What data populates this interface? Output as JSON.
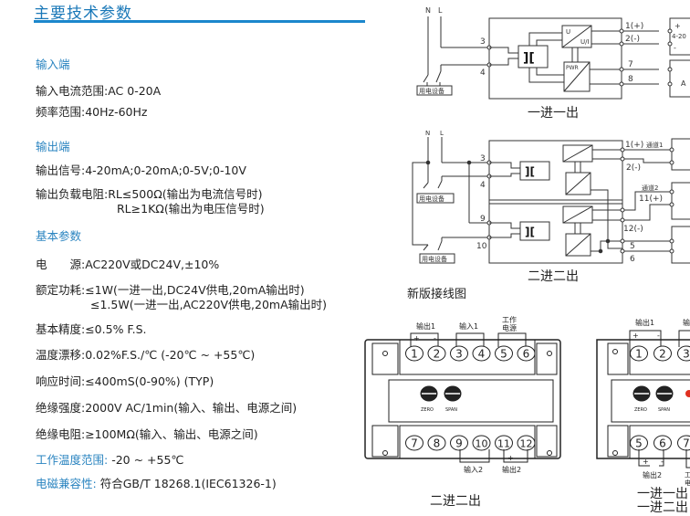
{
  "header": {
    "title": "主要技术参数"
  },
  "input_section": {
    "heading": "输入端",
    "items": [
      "输入电流范围:AC 0-20A",
      "频率范围:40Hz-60Hz"
    ]
  },
  "output_section": {
    "heading": "输出端",
    "items": [
      "输出信号:4-20mA;0-20mA;0-5V;0-10V",
      "输出负载电阻:RL≤500Ω(输出为电流信号时)",
      "RL≥1KΩ(输出为电压信号时)"
    ]
  },
  "basic_section": {
    "heading": "基本参数",
    "power": "电　　源:AC220V或DC24V,±10%",
    "consumption": "额定功耗:≤1W(一进一出,DC24V供电,20mA输出时)",
    "consumption2": "≤1.5W(一进一出,AC220V供电,20mA输出时)",
    "accuracy": "基本精度:≤0.5% F.S.",
    "drift": "温度漂移:0.02%F.S./℃ (-20℃ ~ +55℃)",
    "response": "响应时间:≤400mS(0-90%) (TYP)",
    "insulation_strength": "绝缘强度:2000V AC/1min(输入、输出、电源之间)",
    "insulation_resistance": "绝缘电阻:≥100MΩ(输入、输出、电源之间)",
    "temp_label": "工作温度范围:",
    "temp_value": " -20 ~ +55℃",
    "emc_label": "电磁兼容性:",
    "emc_value": " 符合GB/T 18268.1(IEC61326-1)"
  },
  "diagrams": {
    "one_in_one_out": {
      "caption": "一进一出",
      "N": "N",
      "L": "L",
      "device": "用电设备",
      "terminals": [
        "3",
        "4",
        "1(+)",
        "2(-)",
        "7",
        "8"
      ],
      "blocks": {
        "u": "U",
        "ui": "U/I",
        "pwr": "PWR"
      },
      "out": {
        "plus": "+",
        "range": "4-20",
        "minus": "-",
        "a": "A"
      }
    },
    "two_in_two_out": {
      "caption": "二进二出",
      "N": "N",
      "L": "L",
      "device": "用电设备",
      "terminals": [
        "3",
        "4",
        "9",
        "10",
        "1(+)",
        "2(-)",
        "11(+)",
        "12(-)",
        "5",
        "6"
      ],
      "channel1": "通道1",
      "channel2": "通道2"
    },
    "section_title": "新版接线图"
  },
  "panels": {
    "left": {
      "caption": "二进二出",
      "top_groups": [
        "输出1",
        "输入1",
        "工作",
        "电源"
      ],
      "top_terminals": [
        "1",
        "2",
        "3",
        "4",
        "5",
        "6"
      ],
      "bottom_terminals": [
        "7",
        "8",
        "9",
        "10",
        "11",
        "12"
      ],
      "bottom_groups": [
        "输入2",
        "输出2"
      ],
      "zero": "ZERO",
      "span": "SPAN",
      "plus": "+",
      "minus": "-"
    },
    "right": {
      "caption1": "一进一出",
      "caption2": "一进二出",
      "top_groups": [
        "输出1",
        "输"
      ],
      "top_terminals": [
        "1",
        "2",
        "3"
      ],
      "bottom_terminals": [
        "5",
        "6",
        "7"
      ],
      "bottom_groups": [
        "输出2",
        "工",
        "电"
      ],
      "zero": "ZERO",
      "span": "SPAN",
      "plus": "+",
      "minus": "-"
    }
  }
}
